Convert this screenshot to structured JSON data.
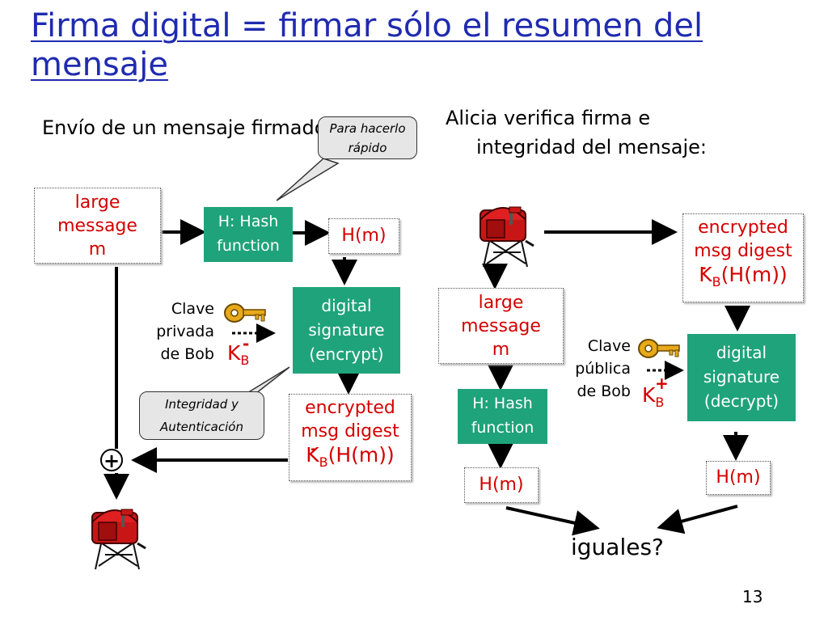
{
  "title": "Firma digital = firmar sólo el resumen del mensaje",
  "left": {
    "heading": "Envío de un mensaje firmado:",
    "large_message": [
      "large",
      "message",
      "m"
    ],
    "hash_box": [
      "H: Hash",
      "function"
    ],
    "hm": "H(m)",
    "signature_box": [
      "digital",
      "signature",
      "(encrypt)"
    ],
    "key_label": [
      "Clave",
      "privada",
      "de Bob"
    ],
    "key_symbol": "K",
    "key_sub": "B",
    "key_sup": "-",
    "encrypted_box": [
      "encrypted",
      "msg digest",
      "K",
      "B",
      "(H(m))",
      "-"
    ],
    "plus": "+",
    "callout_fast": [
      "Para hacerlo",
      "rápido"
    ],
    "callout_integrity": [
      "Integridad y",
      "Autenticación"
    ]
  },
  "right": {
    "heading": [
      "Alicia verifica firma e",
      "integridad del mensaje:"
    ],
    "large_message": [
      "large",
      "message",
      "m"
    ],
    "hash_box": [
      "H: Hash",
      "function"
    ],
    "hm_left": "H(m)",
    "encrypted_box": [
      "encrypted",
      "msg digest",
      "K",
      "B",
      "(H(m))",
      "-"
    ],
    "signature_box": [
      "digital",
      "signature",
      "(decrypt)"
    ],
    "key_label": [
      "Clave",
      "pública",
      "de Bob"
    ],
    "key_symbol": "K",
    "key_sub": "B",
    "key_sup": "+",
    "hm_right": "H(m)",
    "question": "iguales?"
  },
  "page_number": "13",
  "colors": {
    "title": "#1f2bb0",
    "green": "#1fa37a",
    "red": "#d40000"
  }
}
